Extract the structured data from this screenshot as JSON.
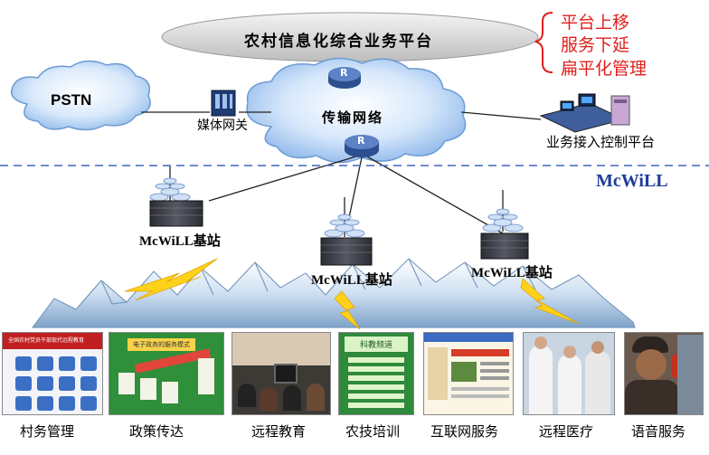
{
  "platform_title": "农村信息化综合业务平台",
  "brace_notes": [
    "平台上移",
    "服务下延",
    "扁平化管理"
  ],
  "pstn_label": "PSTN",
  "media_gateway_label": "媒体网关",
  "transport_network_label": "传输网络",
  "access_control_label": "业务接入控制平台",
  "mcwill_label": "McWiLL",
  "base_station_label": "McWiLL基站",
  "router_letter": "R",
  "services": [
    {
      "caption": "村务管理",
      "screen_text": "全国农村党员干部现代远程教育"
    },
    {
      "caption": "政策传达",
      "screen_text": "电子政务的服务模式"
    },
    {
      "caption": "远程教育",
      "screen_text": ""
    },
    {
      "caption": "农技培训",
      "screen_text": "科教频道"
    },
    {
      "caption": "互联网服务",
      "screen_text": ""
    },
    {
      "caption": "远程医疗",
      "screen_text": ""
    },
    {
      "caption": "语音服务",
      "screen_text": ""
    }
  ],
  "colors": {
    "red_text": "#e0201c",
    "mcwill_blue": "#1f3c9a",
    "cloud_blue": "#9fc4f0",
    "bolt_yellow": "#ffd21a"
  }
}
